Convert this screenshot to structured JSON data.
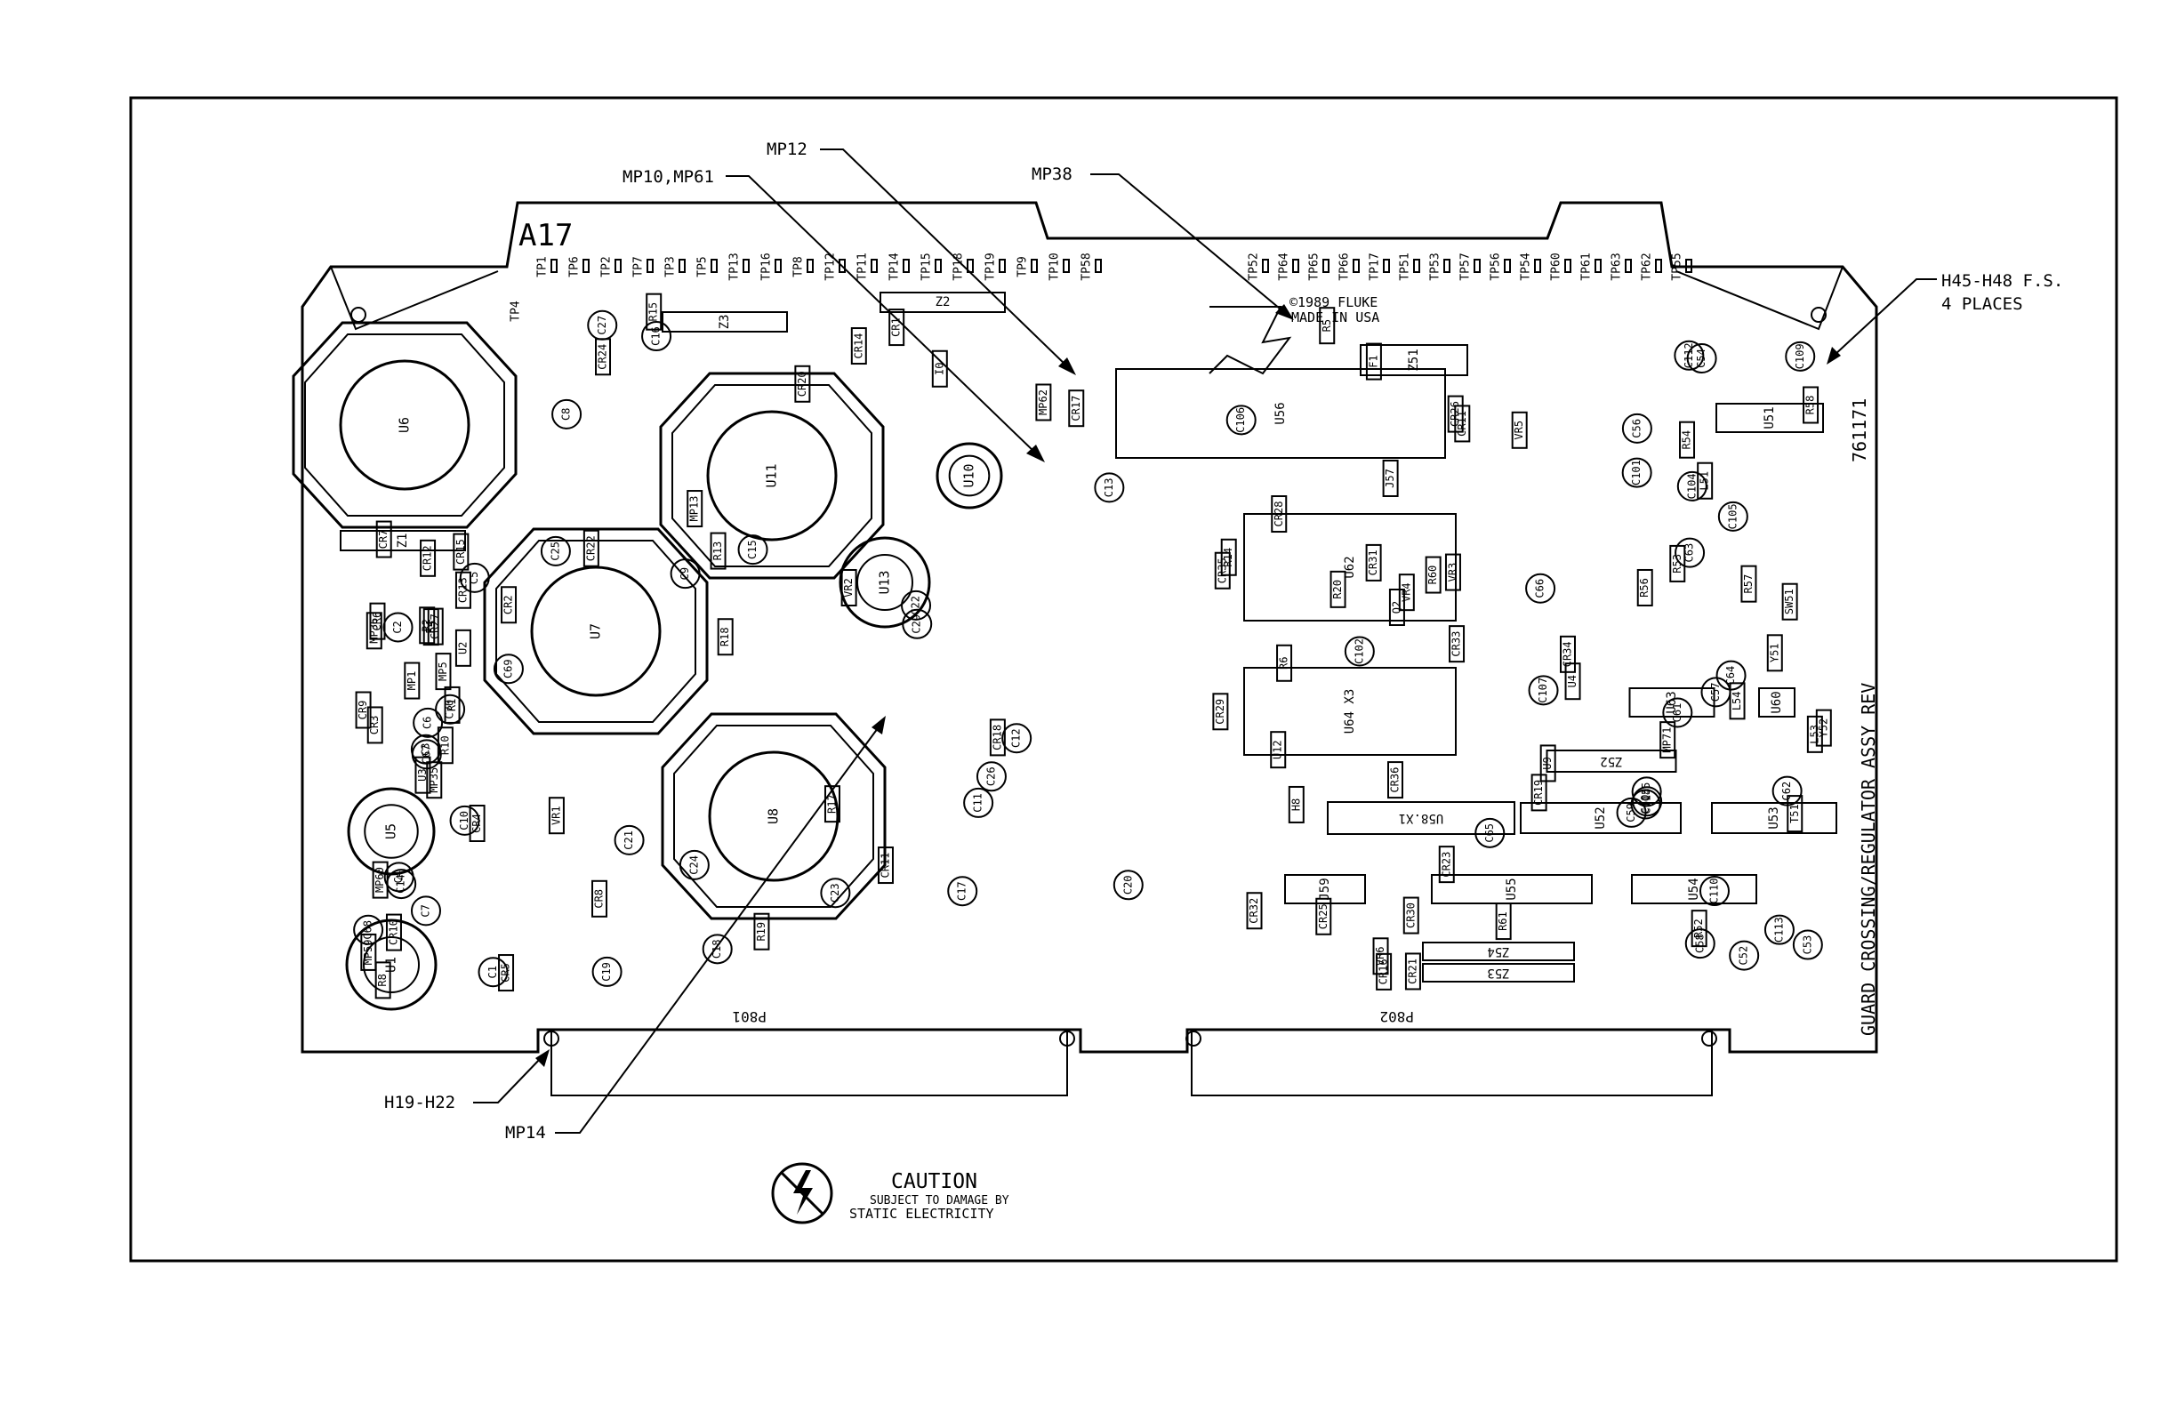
{
  "board": {
    "ref": "A17",
    "part_number": "761171",
    "title": "GUARD CROSSING/REGULATOR ASSY  REV",
    "copyright": "©1989 FLUKE",
    "origin": "MADE IN USA",
    "connectors": [
      "P801",
      "P802"
    ]
  },
  "callouts": [
    {
      "id": "mp12",
      "label": "MP12"
    },
    {
      "id": "mp10",
      "label": "MP10,MP61"
    },
    {
      "id": "mp38",
      "label": "MP38"
    },
    {
      "id": "h45",
      "label": "H45-H48 F.S."
    },
    {
      "id": "h45b",
      "label": "4 PLACES"
    },
    {
      "id": "h19",
      "label": "H19-H22"
    },
    {
      "id": "mp14",
      "label": "MP14"
    }
  ],
  "caution": {
    "heading": "CAUTION",
    "line1": "SUBJECT TO DAMAGE BY",
    "line2": "STATIC ELECTRICITY"
  },
  "regulators": [
    {
      "label": "U6"
    },
    {
      "label": "U11"
    },
    {
      "label": "U7"
    },
    {
      "label": "U8"
    }
  ],
  "round_parts": [
    {
      "label": "U13"
    },
    {
      "label": "U5"
    },
    {
      "label": "U1"
    },
    {
      "label": "U10"
    }
  ],
  "ics": [
    {
      "label": "U56"
    },
    {
      "label": "U62"
    },
    {
      "label": "U64 X3"
    },
    {
      "label": "U58.X1"
    },
    {
      "label": "U52"
    },
    {
      "label": "U53"
    },
    {
      "label": "U55"
    },
    {
      "label": "U54"
    },
    {
      "label": "U51"
    },
    {
      "label": "U63"
    },
    {
      "label": "U60"
    },
    {
      "label": "J59"
    },
    {
      "label": "Z51"
    },
    {
      "label": "Z52"
    },
    {
      "label": "Z53"
    },
    {
      "label": "Z54"
    },
    {
      "label": "Z1"
    },
    {
      "label": "Z2"
    },
    {
      "label": "Z3"
    }
  ],
  "test_points": [
    "TP1",
    "TP6",
    "TP2",
    "TP7",
    "TP3",
    "TP5",
    "TP13",
    "TP16",
    "TP8",
    "TP12",
    "TP11",
    "TP14",
    "TP15",
    "TP18",
    "TP19",
    "TP9",
    "TP10",
    "TP58",
    "TP52",
    "TP64",
    "TP65",
    "TP66",
    "TP17",
    "TP51",
    "TP53",
    "TP57",
    "TP56",
    "TP54",
    "TP60",
    "TP61",
    "TP63",
    "TP62",
    "TP55",
    "TP4"
  ],
  "components": [
    {
      "label": "MP35"
    },
    {
      "label": "MP36"
    },
    {
      "label": "C67"
    },
    {
      "label": "C68"
    },
    {
      "label": "C70"
    },
    {
      "label": "C14"
    },
    {
      "label": "CR15"
    },
    {
      "label": "CR27"
    },
    {
      "label": "CR13"
    },
    {
      "label": "R10"
    },
    {
      "label": "CR7"
    },
    {
      "label": "CR5"
    },
    {
      "label": "CR3"
    },
    {
      "label": "CR2"
    },
    {
      "label": "U3"
    },
    {
      "label": "U2"
    },
    {
      "label": "R8"
    },
    {
      "label": "R2"
    },
    {
      "label": "MP5"
    },
    {
      "label": "MP60"
    },
    {
      "label": "MP1"
    },
    {
      "label": "MP59"
    },
    {
      "label": "CR10"
    },
    {
      "label": "R4"
    },
    {
      "label": "R1"
    },
    {
      "label": "CR4"
    },
    {
      "label": "CR6"
    },
    {
      "label": "CR12"
    },
    {
      "label": "CR9"
    },
    {
      "label": "C10"
    },
    {
      "label": "C69"
    },
    {
      "label": "C3"
    },
    {
      "label": "C7"
    },
    {
      "label": "C6"
    },
    {
      "label": "C2"
    },
    {
      "label": "C5"
    },
    {
      "label": "C4"
    },
    {
      "label": "C1"
    },
    {
      "label": "C20"
    },
    {
      "label": "C12"
    },
    {
      "label": "CR1"
    },
    {
      "label": "C15"
    },
    {
      "label": "C9"
    },
    {
      "label": "C11"
    },
    {
      "label": "C18"
    },
    {
      "label": "C25"
    },
    {
      "label": "C22"
    },
    {
      "label": "C19"
    },
    {
      "label": "C23"
    },
    {
      "label": "C29"
    },
    {
      "label": "C21"
    },
    {
      "label": "C13"
    },
    {
      "label": "C8"
    },
    {
      "label": "C26"
    },
    {
      "label": "C17"
    },
    {
      "label": "C24"
    },
    {
      "label": "C16"
    },
    {
      "label": "C27"
    },
    {
      "label": "CR11"
    },
    {
      "label": "CR17"
    },
    {
      "label": "CR14"
    },
    {
      "label": "R18"
    },
    {
      "label": "CR22"
    },
    {
      "label": "MP13"
    },
    {
      "label": "MP62"
    },
    {
      "label": "R15"
    },
    {
      "label": "I0"
    },
    {
      "label": "CR20"
    },
    {
      "label": "VR2"
    },
    {
      "label": "VR1"
    },
    {
      "label": "R17"
    },
    {
      "label": "R19"
    },
    {
      "label": "CR18"
    },
    {
      "label": "R13"
    },
    {
      "label": "CR8"
    },
    {
      "label": "CR24"
    },
    {
      "label": "CR28"
    },
    {
      "label": "CR29"
    },
    {
      "label": "CR31"
    },
    {
      "label": "CR30"
    },
    {
      "label": "VR4"
    },
    {
      "label": "CR32"
    },
    {
      "label": "CR33"
    },
    {
      "label": "U9"
    },
    {
      "label": "VR6"
    },
    {
      "label": "C66"
    },
    {
      "label": "CR36"
    },
    {
      "label": "R61"
    },
    {
      "label": "CR21"
    },
    {
      "label": "CR23"
    },
    {
      "label": "F1"
    },
    {
      "label": "U4"
    },
    {
      "label": "VR3"
    },
    {
      "label": "C65"
    },
    {
      "label": "Q2"
    },
    {
      "label": "CR19"
    },
    {
      "label": "R14"
    },
    {
      "label": "CR16"
    },
    {
      "label": "CR26"
    },
    {
      "label": "CR11"
    },
    {
      "label": "R6"
    },
    {
      "label": "R5"
    },
    {
      "label": "CR34"
    },
    {
      "label": "CR35"
    },
    {
      "label": "U12"
    },
    {
      "label": "H8"
    },
    {
      "label": "CR25"
    },
    {
      "label": "R60"
    },
    {
      "label": "VR5"
    },
    {
      "label": "R20"
    },
    {
      "label": "C107"
    },
    {
      "label": "C106"
    },
    {
      "label": "J57"
    },
    {
      "label": "C102"
    },
    {
      "label": "C112"
    },
    {
      "label": "C59"
    },
    {
      "label": "C57"
    },
    {
      "label": "R58"
    },
    {
      "label": "L51"
    },
    {
      "label": "C54"
    },
    {
      "label": "C60"
    },
    {
      "label": "C109"
    },
    {
      "label": "C105"
    },
    {
      "label": "C104"
    },
    {
      "label": "Y51"
    },
    {
      "label": "MP71"
    },
    {
      "label": "C53"
    },
    {
      "label": "C58"
    },
    {
      "label": "SW51"
    },
    {
      "label": "C101"
    },
    {
      "label": "C114"
    },
    {
      "label": "C52"
    },
    {
      "label": "R53"
    },
    {
      "label": "R54"
    },
    {
      "label": "L53"
    },
    {
      "label": "C62"
    },
    {
      "label": "C61"
    },
    {
      "label": "C55"
    },
    {
      "label": "Y52"
    },
    {
      "label": "C63"
    },
    {
      "label": "L54"
    },
    {
      "label": "R56"
    },
    {
      "label": "T51"
    },
    {
      "label": "C64"
    },
    {
      "label": "R57"
    },
    {
      "label": "C56"
    },
    {
      "label": "R52"
    },
    {
      "label": "C113"
    },
    {
      "label": "C110"
    }
  ]
}
